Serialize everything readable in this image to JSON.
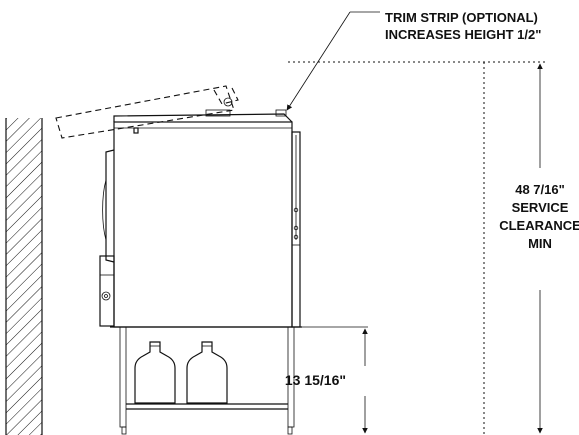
{
  "annotations": {
    "trim_strip_line1": "TRIM STRIP (OPTIONAL)",
    "trim_strip_line2": "INCREASES HEIGHT 1/2\"",
    "service_clearance_line1": "48 7/16\"",
    "service_clearance_line2": "SERVICE",
    "service_clearance_line3": "CLEARANCE",
    "service_clearance_line4": "MIN",
    "stand_height": "13 15/16\""
  },
  "colors": {
    "line": "#111111",
    "background": "#ffffff"
  }
}
